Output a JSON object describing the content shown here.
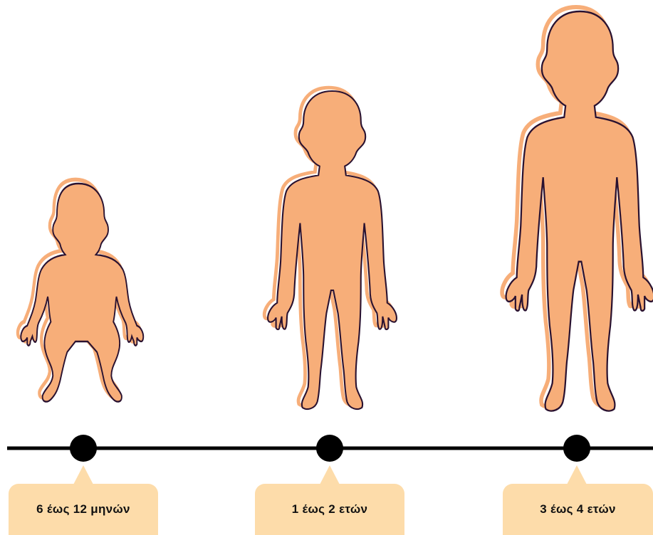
{
  "colors": {
    "skin": "#f7ae79",
    "outline": "#2a1230",
    "timeline": "#000000",
    "label_bg": "#fddcaa"
  },
  "stages": [
    {
      "label": "6 έως 12 μηνών",
      "figure": "baby-figure"
    },
    {
      "label": "1 έως 2 ετών",
      "figure": "toddler-figure"
    },
    {
      "label": "3 έως 4 ετών",
      "figure": "child-figure"
    }
  ]
}
